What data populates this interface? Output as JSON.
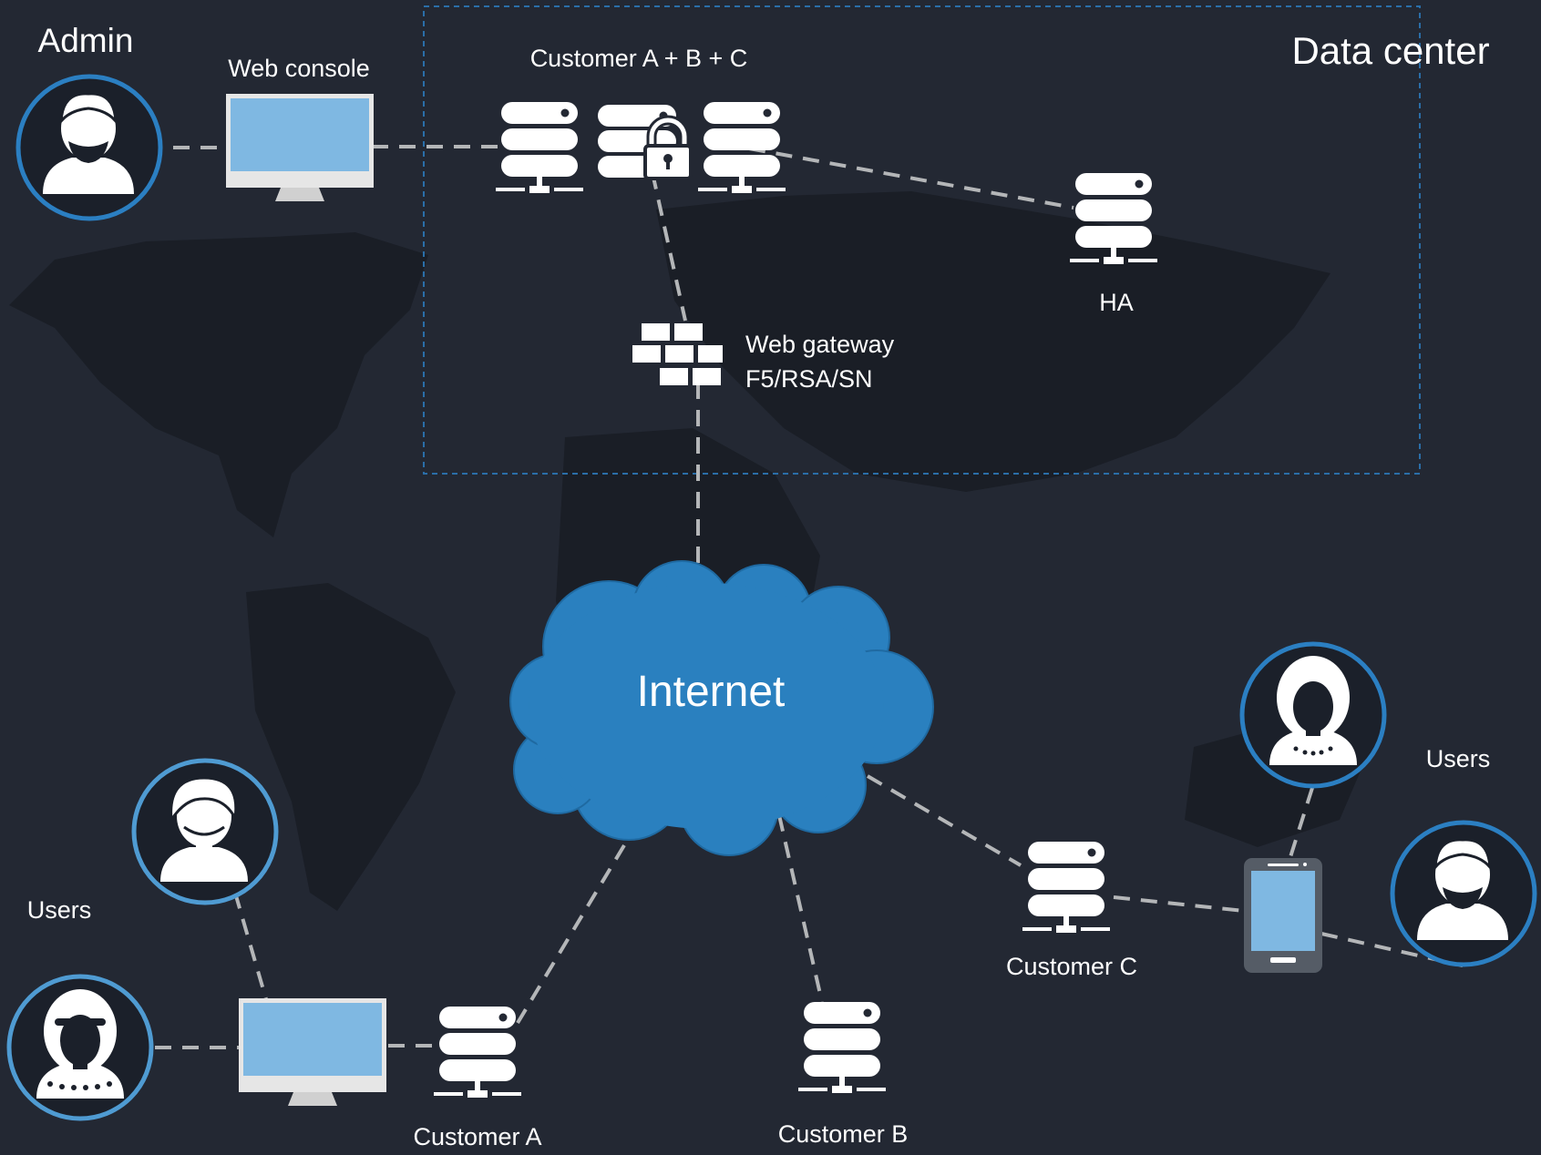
{
  "diagram": {
    "data_center_title": "Data center",
    "admin_label": "Admin",
    "web_console_label": "Web console",
    "customer_abc_label": "Customer A + B + C",
    "ha_label": "HA",
    "gateway_line1": "Web gateway",
    "gateway_line2": "F5/RSA/SN",
    "internet_label": "Internet",
    "users_left_label": "Users",
    "users_right_label": "Users",
    "customer_a_label": "Customer A",
    "customer_b_label": "Customer B",
    "customer_c_label": "Customer C"
  },
  "colors": {
    "background": "#232833",
    "map": "#1a1e26",
    "cloud": "#2a80bf",
    "ring": "#2b7fc2",
    "screen": "#7fb8e2",
    "connector": "#b4b6b8",
    "data_center_border": "#2a6ea8"
  }
}
